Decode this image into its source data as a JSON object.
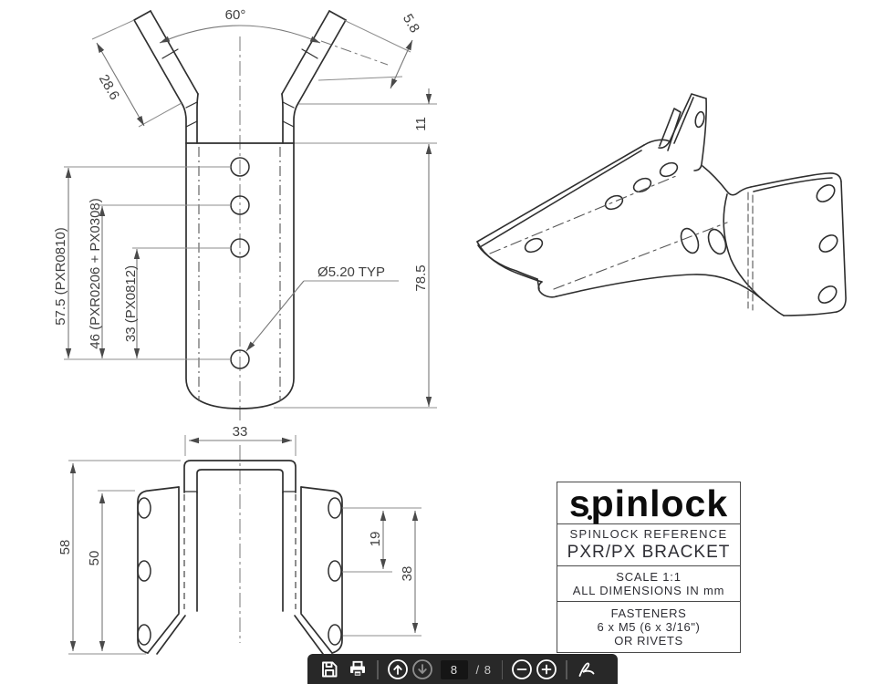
{
  "drawing": {
    "front_view": {
      "angle": "60°",
      "tab_length": "28.6",
      "tab_thickness": "5.8",
      "top_offset": "11",
      "overall_height": "78.5",
      "spacing_1": "57.5 (PXR0810)",
      "spacing_2": "46 (PXR0206 + PX0308)",
      "spacing_3": "33 (PX0812)",
      "hole_callout": "Ø5.20 TYP"
    },
    "bottom_view": {
      "channel_width": "33",
      "overall_height": "58",
      "flange_height": "50",
      "hole_pitch": "19",
      "hole_span": "38"
    },
    "title_block": {
      "logo": "spinlock",
      "reference_label": "SPINLOCK REFERENCE",
      "part_name": "PXR/PX BRACKET",
      "scale": "SCALE 1:1",
      "units": "ALL DIMENSIONS IN mm",
      "fasteners_label": "FASTENERS",
      "fasteners_spec": "6 x M5 (6 x 3/16\")",
      "fasteners_alt": "OR RIVETS"
    }
  },
  "toolbar": {
    "page_current": "8",
    "page_total": "/ 8",
    "colors": {
      "bar": "#282828",
      "icon": "#ffffff",
      "icon_disabled": "#8e8e8e",
      "page_box": "#151515"
    }
  }
}
